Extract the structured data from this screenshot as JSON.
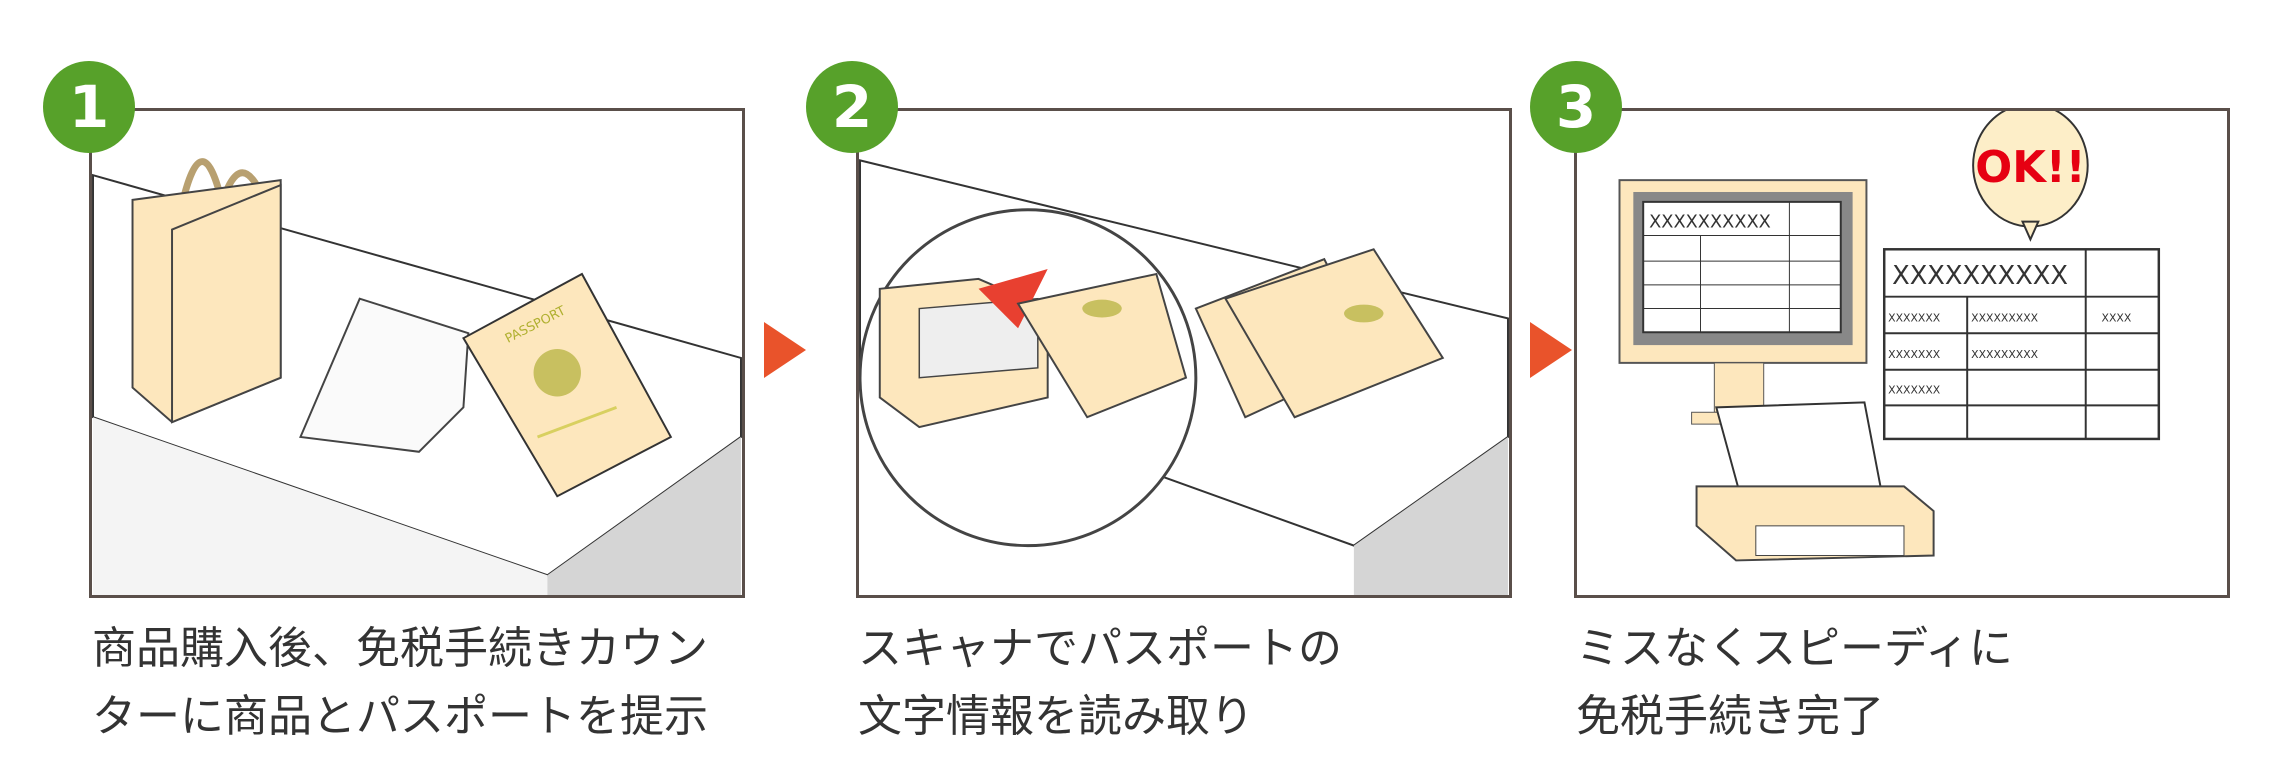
{
  "steps": [
    {
      "number": "1",
      "caption": [
        "商品購入後、免税手続きカウン",
        "ターに商品とパスポートを提示"
      ],
      "passport_label": "PASSPORT"
    },
    {
      "number": "2",
      "caption": [
        "スキャナでパスポートの",
        "文字情報を読み取り"
      ]
    },
    {
      "number": "3",
      "caption": [
        "ミスなくスピーディに",
        "免税手続き完了"
      ],
      "ok_bubble": "OK!!",
      "monitor_header": "XXXXXXXXXX",
      "form_header": "XXXXXXXXXX",
      "form_cells": [
        "XXXXXXX",
        "XXXXXXXXX",
        "XXXX",
        "XXXXXXX",
        "XXXXXXXXX",
        "XXXXXXX"
      ]
    }
  ],
  "colors": {
    "badge": "#57a12a",
    "arrow": "#e9532b",
    "ok": "#e60012",
    "cream": "#fbe6b8"
  }
}
